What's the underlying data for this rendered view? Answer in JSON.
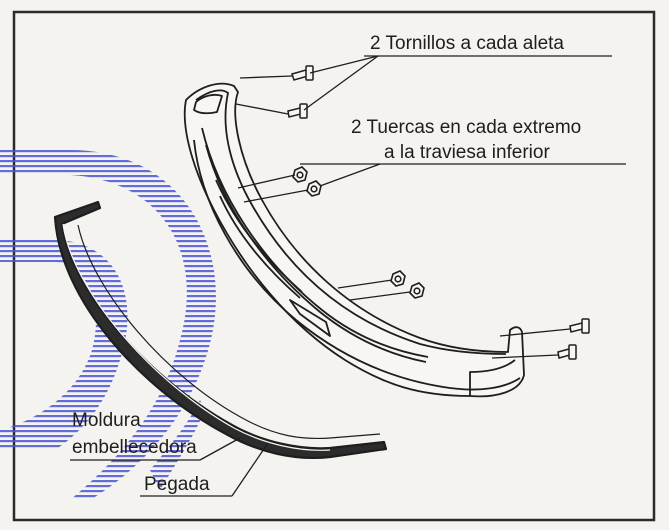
{
  "labels": {
    "tornillos": "2 Tornillos a cada aleta",
    "tuercas_line1": "2 Tuercas en cada extremo",
    "tuercas_line2": "a la traviesa inferior",
    "moldura_line1": "Moldura",
    "moldura_line2": "embellecedora",
    "pegada": "Pegada"
  },
  "colors": {
    "ink": "#1e1e1e",
    "frame": "#2a2a2a",
    "background": "#f5f3ef",
    "watermark": "#3b46c8"
  },
  "icons": {
    "bolt": "bolt-icon",
    "nut": "hex-nut-icon",
    "watermark": "logo-watermark"
  }
}
